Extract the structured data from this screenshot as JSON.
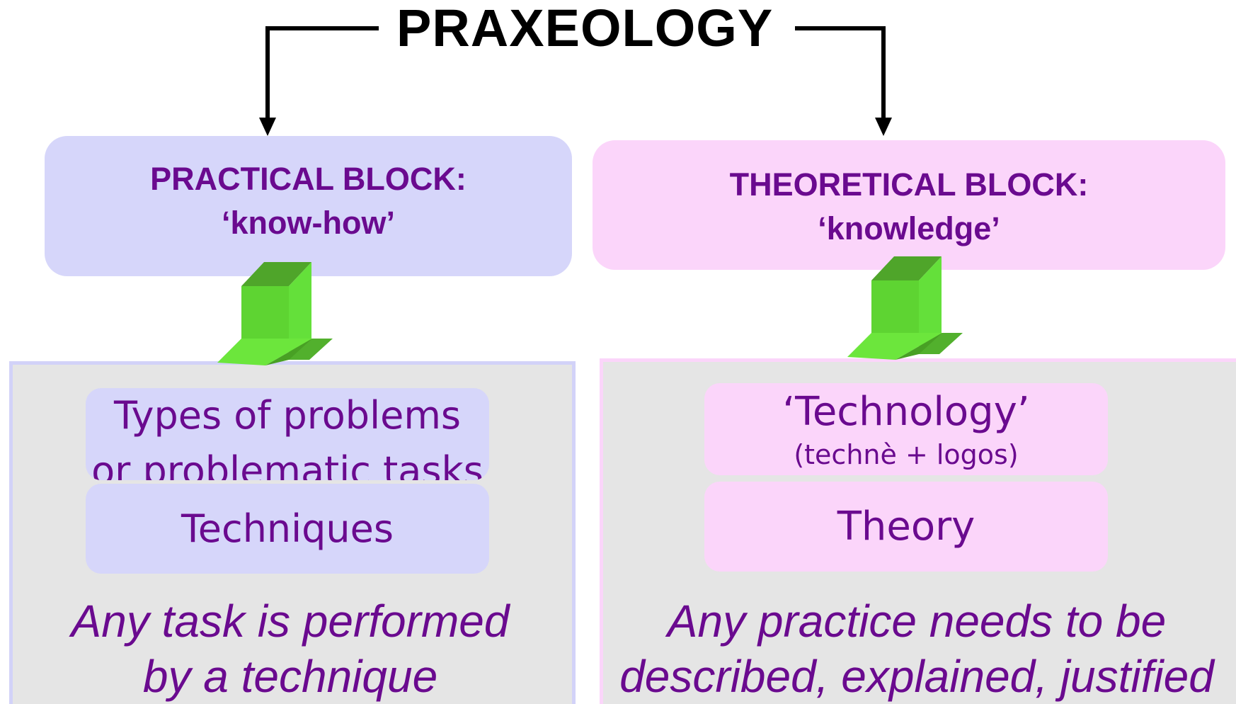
{
  "title": "PRAXEOLOGY",
  "colors": {
    "text_purple": "#6a0a8f",
    "practical_bg": "#d6d6fa",
    "theoretical_bg": "#fbd5fa",
    "panel_bg": "#e5e5e5",
    "arrow_green": "#66dd33"
  },
  "practical": {
    "heading": "PRACTICAL BLOCK:",
    "subheading": "‘know-how’",
    "items": [
      {
        "line1": "Types of problems",
        "line2": "or problematic tasks"
      },
      {
        "label": "Techniques"
      }
    ],
    "statement_line1": "Any task is performed",
    "statement_line2": "by a technique"
  },
  "theoretical": {
    "heading": "THEORETICAL BLOCK:",
    "subheading": "‘knowledge’",
    "items": [
      {
        "label": "‘Technology’",
        "sublabel": "(technè + logos)"
      },
      {
        "label": "Theory"
      }
    ],
    "statement_line1": "Any practice needs to be",
    "statement_line2": "described, explained, justified"
  },
  "icons": {
    "connector": "elbow-arrow-icon",
    "down_arrow": "green-3d-down-arrow-icon"
  }
}
